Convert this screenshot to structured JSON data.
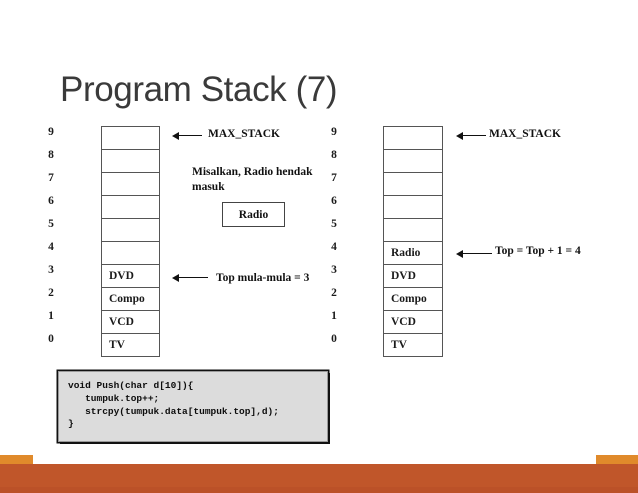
{
  "slide": {
    "title": "Program Stack (7)",
    "theme": {
      "background": "#ffffff",
      "title_color": "#3a3a3a",
      "accent_orange": "#c0562a",
      "accent_orange_light": "#e08a2b",
      "code_background": "#dcdcdc",
      "line_color": "#555555"
    }
  },
  "left_stack": {
    "name": "stack-before-push",
    "max_label": "MAX_STACK",
    "top_label": "Top mula-mula = 3",
    "indices": [
      "9",
      "8",
      "7",
      "6",
      "5",
      "4",
      "3",
      "2",
      "1",
      "0"
    ],
    "cells": [
      {
        "index": "9",
        "value": ""
      },
      {
        "index": "8",
        "value": ""
      },
      {
        "index": "7",
        "value": ""
      },
      {
        "index": "6",
        "value": ""
      },
      {
        "index": "5",
        "value": ""
      },
      {
        "index": "4",
        "value": ""
      },
      {
        "index": "3",
        "value": "DVD"
      },
      {
        "index": "2",
        "value": "Compo"
      },
      {
        "index": "1",
        "value": "VCD"
      },
      {
        "index": "0",
        "value": "TV"
      }
    ]
  },
  "right_stack": {
    "name": "stack-after-push",
    "max_label": "MAX_STACK",
    "top_label": "Top = Top + 1 = 4",
    "indices": [
      "9",
      "8",
      "7",
      "6",
      "5",
      "4",
      "3",
      "2",
      "1",
      "0"
    ],
    "cells": [
      {
        "index": "9",
        "value": ""
      },
      {
        "index": "8",
        "value": ""
      },
      {
        "index": "7",
        "value": ""
      },
      {
        "index": "6",
        "value": ""
      },
      {
        "index": "5",
        "value": ""
      },
      {
        "index": "4",
        "value": "Radio"
      },
      {
        "index": "3",
        "value": "DVD"
      },
      {
        "index": "2",
        "value": "Compo"
      },
      {
        "index": "1",
        "value": "VCD"
      },
      {
        "index": "0",
        "value": "TV"
      }
    ]
  },
  "middle_note": {
    "text": "Misalkan, Radio hendak masuk",
    "incoming_item": "Radio"
  },
  "code": {
    "language": "c",
    "text": "void Push(char d[10]){\n   tumpuk.top++;\n   strcpy(tumpuk.data[tumpuk.top],d);\n}"
  }
}
